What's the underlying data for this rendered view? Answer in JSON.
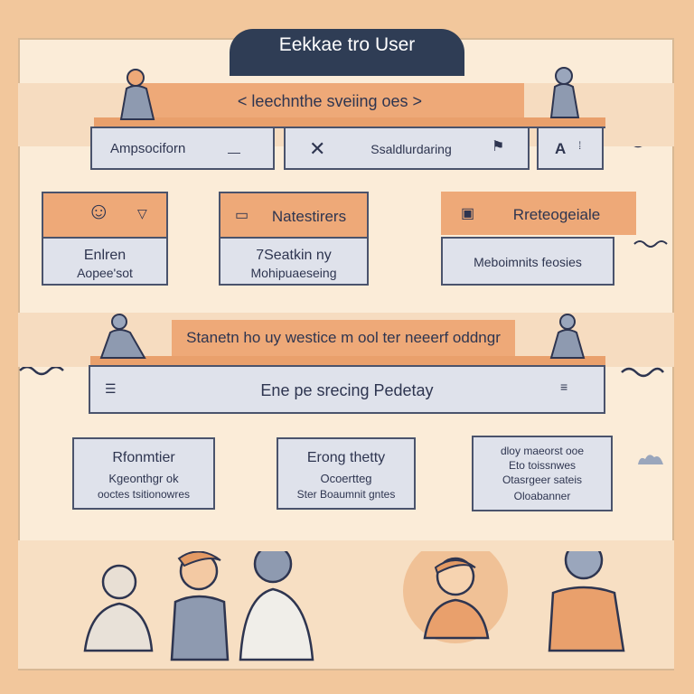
{
  "header": {
    "title": "Eekkae tro User"
  },
  "row1": {
    "banner": "< leechnthe sveiing oes >",
    "cells": [
      "Ampsociforn",
      "Ssaldlurdaring",
      "A"
    ]
  },
  "row2": {
    "cards": [
      {
        "head": "",
        "lines": [
          "Enlren",
          "Aopee'sot"
        ]
      },
      {
        "head": "Natestirers",
        "lines": [
          "7Seatkin ny",
          "Mohipuaeseing"
        ]
      },
      {
        "head": "Rreteogeiale",
        "lines": [
          "Meboimnits feosies"
        ]
      }
    ]
  },
  "row3": {
    "banner": "Stanetn ho uy westice m ool ter neeerf oddngr",
    "strip": "Ene pe srecing Pedetay"
  },
  "row4": {
    "cards": [
      {
        "lines": [
          "Rfonmtier",
          "Kgeonthgr ok",
          "ooctes tsitionowres"
        ]
      },
      {
        "lines": [
          "Erong thetty",
          "Ocoertteg",
          "Ster Boaumnit gntes"
        ]
      },
      {
        "lines": [
          "dloy maeorst ooe",
          "Eto toissnwes",
          "Otasrgeer sateis",
          "Oloabanner"
        ]
      }
    ]
  },
  "colors": {
    "navy": "#2f3d55",
    "orange": "#eea978",
    "panel": "#dfe2eb",
    "cream": "#fbecd8"
  }
}
